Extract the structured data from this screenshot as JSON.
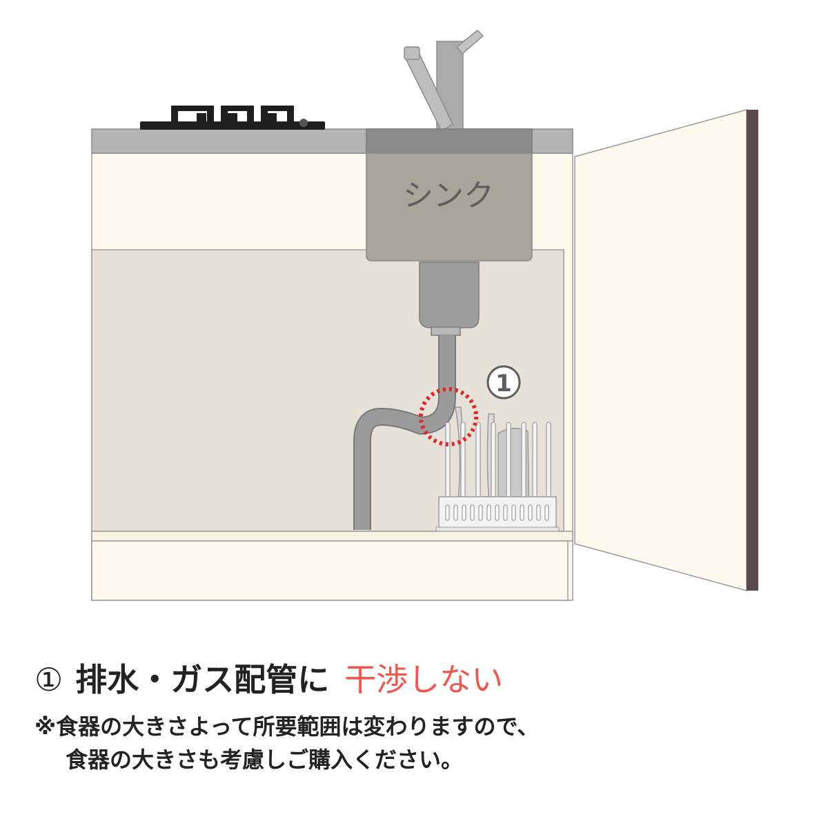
{
  "labels": {
    "sink": "シンク",
    "callout_number": "1"
  },
  "caption": {
    "number": "①",
    "main_text": "排水・ガス配管に",
    "accent_text": "干渉しない",
    "note_line1": "※食器の大きさよって所要範囲は変わりますので、",
    "note_line2": "食器の大きさも考慮しご購入ください。"
  },
  "colors": {
    "accent": "#f0564e",
    "cabinet": "#fdf9ec",
    "cabinet_interior": "#e6e2d9",
    "countertop": "#b4b4b4",
    "sink": "#aaa59b",
    "pipe": "#9b9b9b",
    "door_edge": "#5a4a4c",
    "stove": "#1e1e1e",
    "text": "#222222"
  }
}
